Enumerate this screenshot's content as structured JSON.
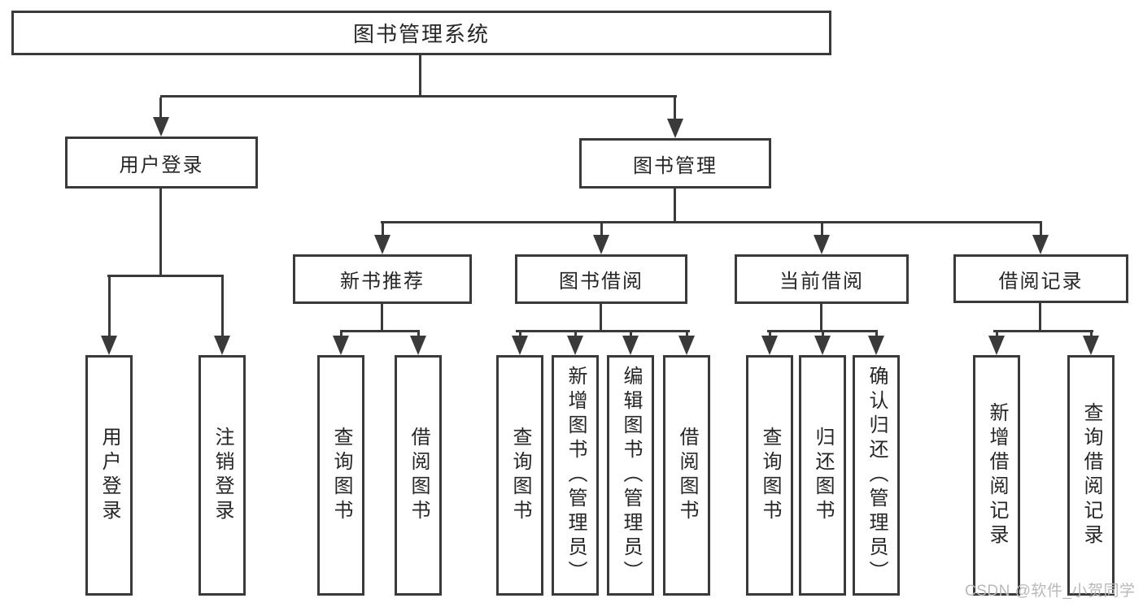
{
  "root": {
    "label": "图书管理系统"
  },
  "branches": {
    "user_login": {
      "label": "用户登录",
      "children": [
        "用户登录",
        "注销登录"
      ]
    },
    "book_management": {
      "label": "图书管理",
      "sections": {
        "new_book": {
          "label": "新书推荐",
          "children": [
            "查询图书",
            "借阅图书"
          ]
        },
        "borrow": {
          "label": "图书借阅",
          "children": [
            "查询图书",
            "新增图书（管理员）",
            "编辑图书（管理员）",
            "借阅图书"
          ]
        },
        "current": {
          "label": "当前借阅",
          "children": [
            "查询图书",
            "归还图书",
            "确认归还（管理员）"
          ]
        },
        "records": {
          "label": "借阅记录",
          "children": [
            "新增借阅记录",
            "查询借阅记录"
          ]
        }
      }
    }
  },
  "watermark": "CSDN @软件_小贺同学",
  "colors": {
    "line": "#3a3a3a",
    "text": "#262626",
    "watermark": "#b9b9b9",
    "background": "#ffffff"
  }
}
